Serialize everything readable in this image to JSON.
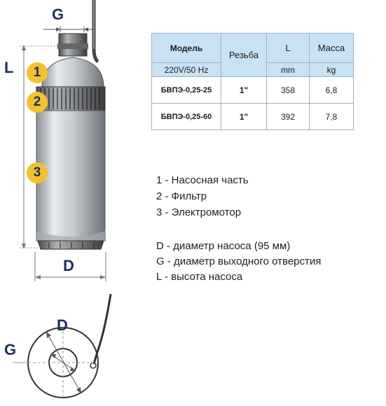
{
  "dimensions": {
    "g": "G",
    "l": "L",
    "d": "D"
  },
  "parts": [
    {
      "number": "1"
    },
    {
      "number": "2"
    },
    {
      "number": "3"
    }
  ],
  "table": {
    "col_model": "Модель",
    "col_power": "220V/50 Hz",
    "col_thread": "Резьба",
    "col_l": "L",
    "col_l_unit": "mm",
    "col_mass": "Масса",
    "col_mass_unit": "kg",
    "rows": [
      {
        "model": "БВПЭ-0,25-25",
        "thread": "1\"",
        "l": "358",
        "mass": "6,8"
      },
      {
        "model": "БВПЭ-0,25-60",
        "thread": "1\"",
        "l": "392",
        "mass": "7,8"
      }
    ]
  },
  "legend": [
    "1  - Насосная часть",
    "2 - Фильтр",
    "3 - Электромотор",
    "D - диаметр насоса (95 мм)",
    "G - диаметр выходного отверстия",
    "L - высота насоса"
  ],
  "colors": {
    "badge": "#f2c12e",
    "header_bg": "#c9e2f3",
    "dim_text": "#1e2e5a"
  }
}
